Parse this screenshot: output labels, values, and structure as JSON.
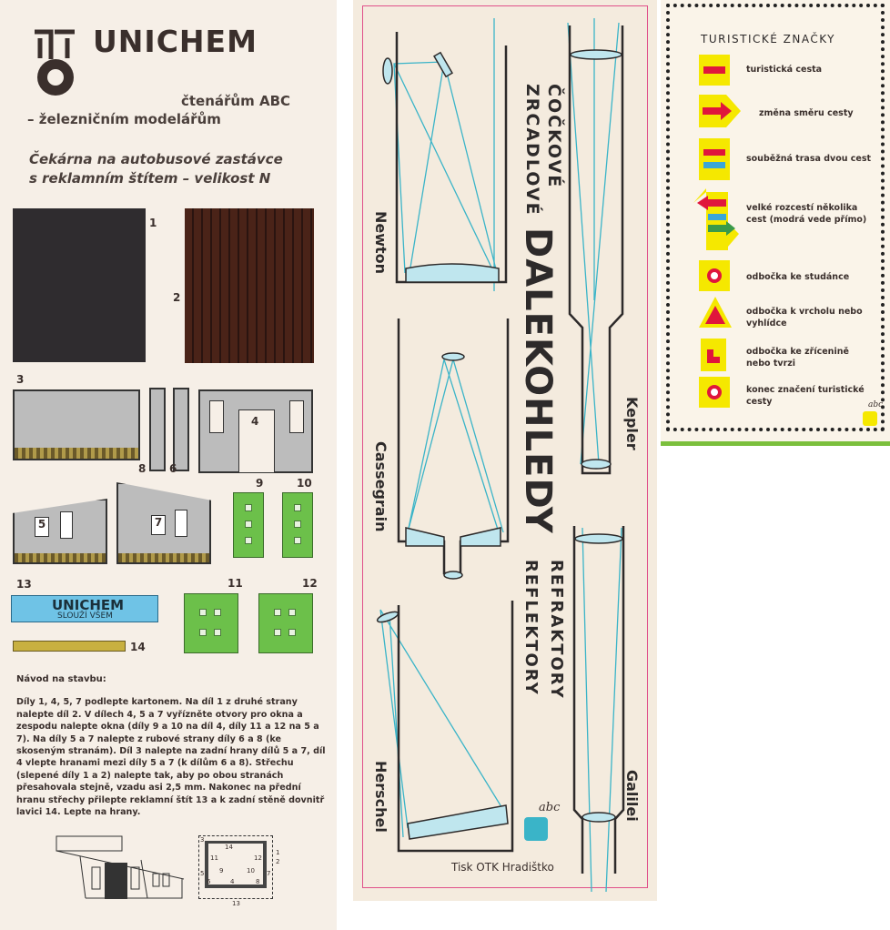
{
  "unichem_card": {
    "brand": "UNICHEM",
    "subtitle1": "čtenářům ABC",
    "subtitle2": "– železničním modelářům",
    "title1": "Čekárna na autobusové zastávce",
    "title2": "s reklamním štítem – velikost N",
    "part_numbers": [
      "1",
      "2",
      "3",
      "4",
      "5",
      "6",
      "7",
      "8",
      "9",
      "10",
      "11",
      "12",
      "13",
      "14"
    ],
    "sign_brand": "UNICHEM",
    "sign_slogan": "SLOUŽÍ VŠEM",
    "instructions_title": "Návod na stavbu:",
    "instructions": "Díly 1, 4, 5, 7 podlepte kartonem. Na díl 1 z druhé strany nalepte díl 2. V dílech 4, 5 a 7 vyřízněte otvory pro okna a zespodu nalepte okna (díly 9 a 10 na díl 4, díly 11 a 12 na 5 a 7). Na díly 5 a 7 nalepte z rubové strany díly 6 a 8 (ke skoseným stranám). Díl 3 nalepte na zadní hrany dílů 5 a 7, díl 4 vlepte hranami mezi díly 5 a 7 (k dílům 6 a 8). Střechu (slepené díly 1 a 2) nalepte tak, aby po obou stranách přesahovala stejně, vzadu asi 2,5 mm. Nakonec na přední hranu střechy přilepte reklamní štít 13 a k zadní stěně dovnitř lavici 14. Lepte na hrany.",
    "plan_labels": [
      "3",
      "14",
      "11",
      "12",
      "5",
      "9",
      "10",
      "7",
      "6",
      "4",
      "8",
      "1",
      "2",
      "13"
    ]
  },
  "telescope_card": {
    "heading_lens": "ČOČKOVÉ",
    "heading_mirror": "ZRCADLOVÉ",
    "heading_main": "DALEKOHLEDY",
    "sub_refractors": "REFRAKTORY",
    "sub_reflectors": "REFLEKTORY",
    "names": {
      "newton": "Newton",
      "cassegrain": "Cassegrain",
      "herschel": "Herschel",
      "kepler": "Kepler",
      "galilei": "Galilei"
    },
    "logo": "abc",
    "printer": "Tisk OTK Hradištko"
  },
  "markings_card": {
    "title": "TURISTICKÉ ZNAČKY",
    "items": [
      {
        "label": "turistická cesta"
      },
      {
        "label": "změna směru cesty"
      },
      {
        "label": "souběžná trasa dvou cest"
      },
      {
        "label": "velké rozcestí několika cest (modrá vede přímo)"
      },
      {
        "label": "odbočka ke studánce"
      },
      {
        "label": "odbočka k vrcholu nebo vyhlídce"
      },
      {
        "label": "odbočka ke zřícenině nebo tvrzi"
      },
      {
        "label": "konec značení turistické cesty"
      }
    ],
    "logo": "abc"
  },
  "colors": {
    "yellow": "#f5e800",
    "red": "#e0163c",
    "blue": "#3aa6d8",
    "green": "#3a9a4a",
    "cyan": "#3ab4c8",
    "pink": "#e0508a"
  }
}
